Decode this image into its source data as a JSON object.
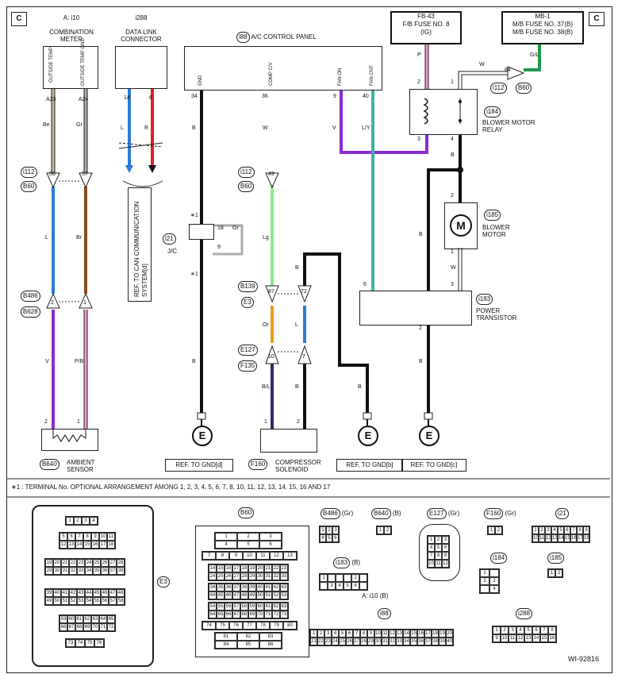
{
  "page": {
    "corner_left": "C",
    "corner_right": "C",
    "doc_id": "WI-92816",
    "footnote": "∗1 : TERMINAL No. OPTIONAL ARRANGEMENT AMONG 1, 2, 3, 4, 5, 6, 7, 8, 10, 11, 12, 13, 14, 15, 16 AND 17"
  },
  "components": {
    "meter": {
      "code": "A: i10",
      "name": "COMBINATION\nMETER",
      "pin1": "OUTSIDE TEMP",
      "pin2": "OUTSIDE TEMP GND",
      "pin1_no": "A23",
      "pin2_no": "A24"
    },
    "dlc": {
      "code": "i288",
      "name": "DATA LINK\nCONNECTOR",
      "pin1_no": "14",
      "pin2_no": "6"
    },
    "ac_panel": {
      "code": "i88",
      "name": "A/C CONTROL PANEL",
      "pins": [
        {
          "label": "GND",
          "no": "34"
        },
        {
          "label": "COMP C/V",
          "no": "36"
        },
        {
          "label": "FAN ON",
          "no": "9"
        },
        {
          "label": "FAN CNT",
          "no": "40"
        }
      ]
    },
    "fb43": {
      "line1": "FB-43",
      "line2": "F/B FUSE NO. 8",
      "line3": "(IG)"
    },
    "mb1": {
      "line1": "MB-1",
      "line2": "M/B FUSE NO. 37(B)",
      "line3": "M/B FUSE NO. 38(B)"
    },
    "relay": {
      "code": "i184",
      "name": "BLOWER MOTOR\nRELAY"
    },
    "motor": {
      "code": "i185",
      "name": "BLOWER\nMOTOR",
      "symbol": "M"
    },
    "transistor": {
      "code": "i183",
      "name": "POWER\nTRANSISTOR"
    },
    "jc": {
      "code": "i21",
      "name": "J/C",
      "pin_a": "18",
      "pin_b": "9",
      "wire": "Gr"
    },
    "ambient": {
      "code": "B640",
      "name": "AMBIENT\nSENSOR",
      "pin1": "2",
      "pin2": "1"
    },
    "solenoid": {
      "code": "F160",
      "name": "COMPRESSOR\nSOLENOID",
      "pin1": "1",
      "pin2": "2"
    },
    "can_ref": "REF. TO CAN COMMUNICATION SYSTEM[d]"
  },
  "connectors": {
    "i112_left": "i112",
    "b60_left": "B60",
    "i112_mid": "i112",
    "b60_mid": "B60",
    "i112_right": "i112",
    "b60_right": "B60",
    "b486": "B486",
    "b628": "B628",
    "b139": "B139",
    "e3": "E3",
    "e127": "E127",
    "f135": "F135",
    "pin56": "56",
    "pin57": "57",
    "pin49": "49",
    "pin87": "87",
    "pin72": "72",
    "pin10": "10",
    "pin7": "7",
    "pin2": "2",
    "pin1": "1",
    "pin84": "84"
  },
  "wires": {
    "a23": "Be",
    "a24": "Gr",
    "l": "L",
    "br": "Br",
    "v": "V",
    "pb": "P/B",
    "dlc_l": "L",
    "dlc_r": "R",
    "gnd_b": "B",
    "comp_w": "W",
    "lg": "Lg",
    "or": "Or",
    "l2": "L",
    "bl": "B/L",
    "b": "B",
    "fan_v": "V",
    "fan_ly": "L/Y",
    "p": "P",
    "w": "W",
    "gl": "G/L",
    "star1": "∗1",
    "star2": "∗1"
  },
  "pins": {
    "relay_2": "2",
    "relay_1": "1",
    "relay_3": "3",
    "relay_4": "4",
    "motor_2": "2",
    "motor_1": "1",
    "tr_6": "6",
    "tr_3": "3",
    "tr_2": "2"
  },
  "grounds": {
    "symbol": "E"
  },
  "refs": {
    "gnd_d": "REF. TO GND[d]",
    "gnd_b": "REF. TO GND[b]",
    "gnd_c": "REF. TO GND[c]"
  },
  "views": {
    "e3": "E3",
    "b60": "B60",
    "b486": "B486",
    "b486_color": "(Gr)",
    "b640": "B640",
    "b640_color": "(B)",
    "e127": "E127",
    "e127_color": "(Gr)",
    "f160": "F160",
    "f160_color": "(Gr)",
    "i21": "i21",
    "i183": "i183",
    "i183_color": "(B)",
    "i184": "i184",
    "i185": "i185",
    "i10": "A: i10",
    "i10_color": "(B)",
    "i88": "i88",
    "i288": "i288"
  },
  "colors": {
    "be": "#c8b89c",
    "gr": "#aaaaaa",
    "l": "#2d7bd6",
    "br": "#8a4a1e",
    "v": "#8a2bd0",
    "p": "#ef9ad3",
    "r": "#e02020",
    "w": "#ffffff",
    "b": "#111111",
    "lg": "#8ee68e",
    "or": "#f29a1a",
    "ly": "#3bb3a8",
    "gl": "#1a9a4c",
    "bl": "#2a2a6a"
  }
}
